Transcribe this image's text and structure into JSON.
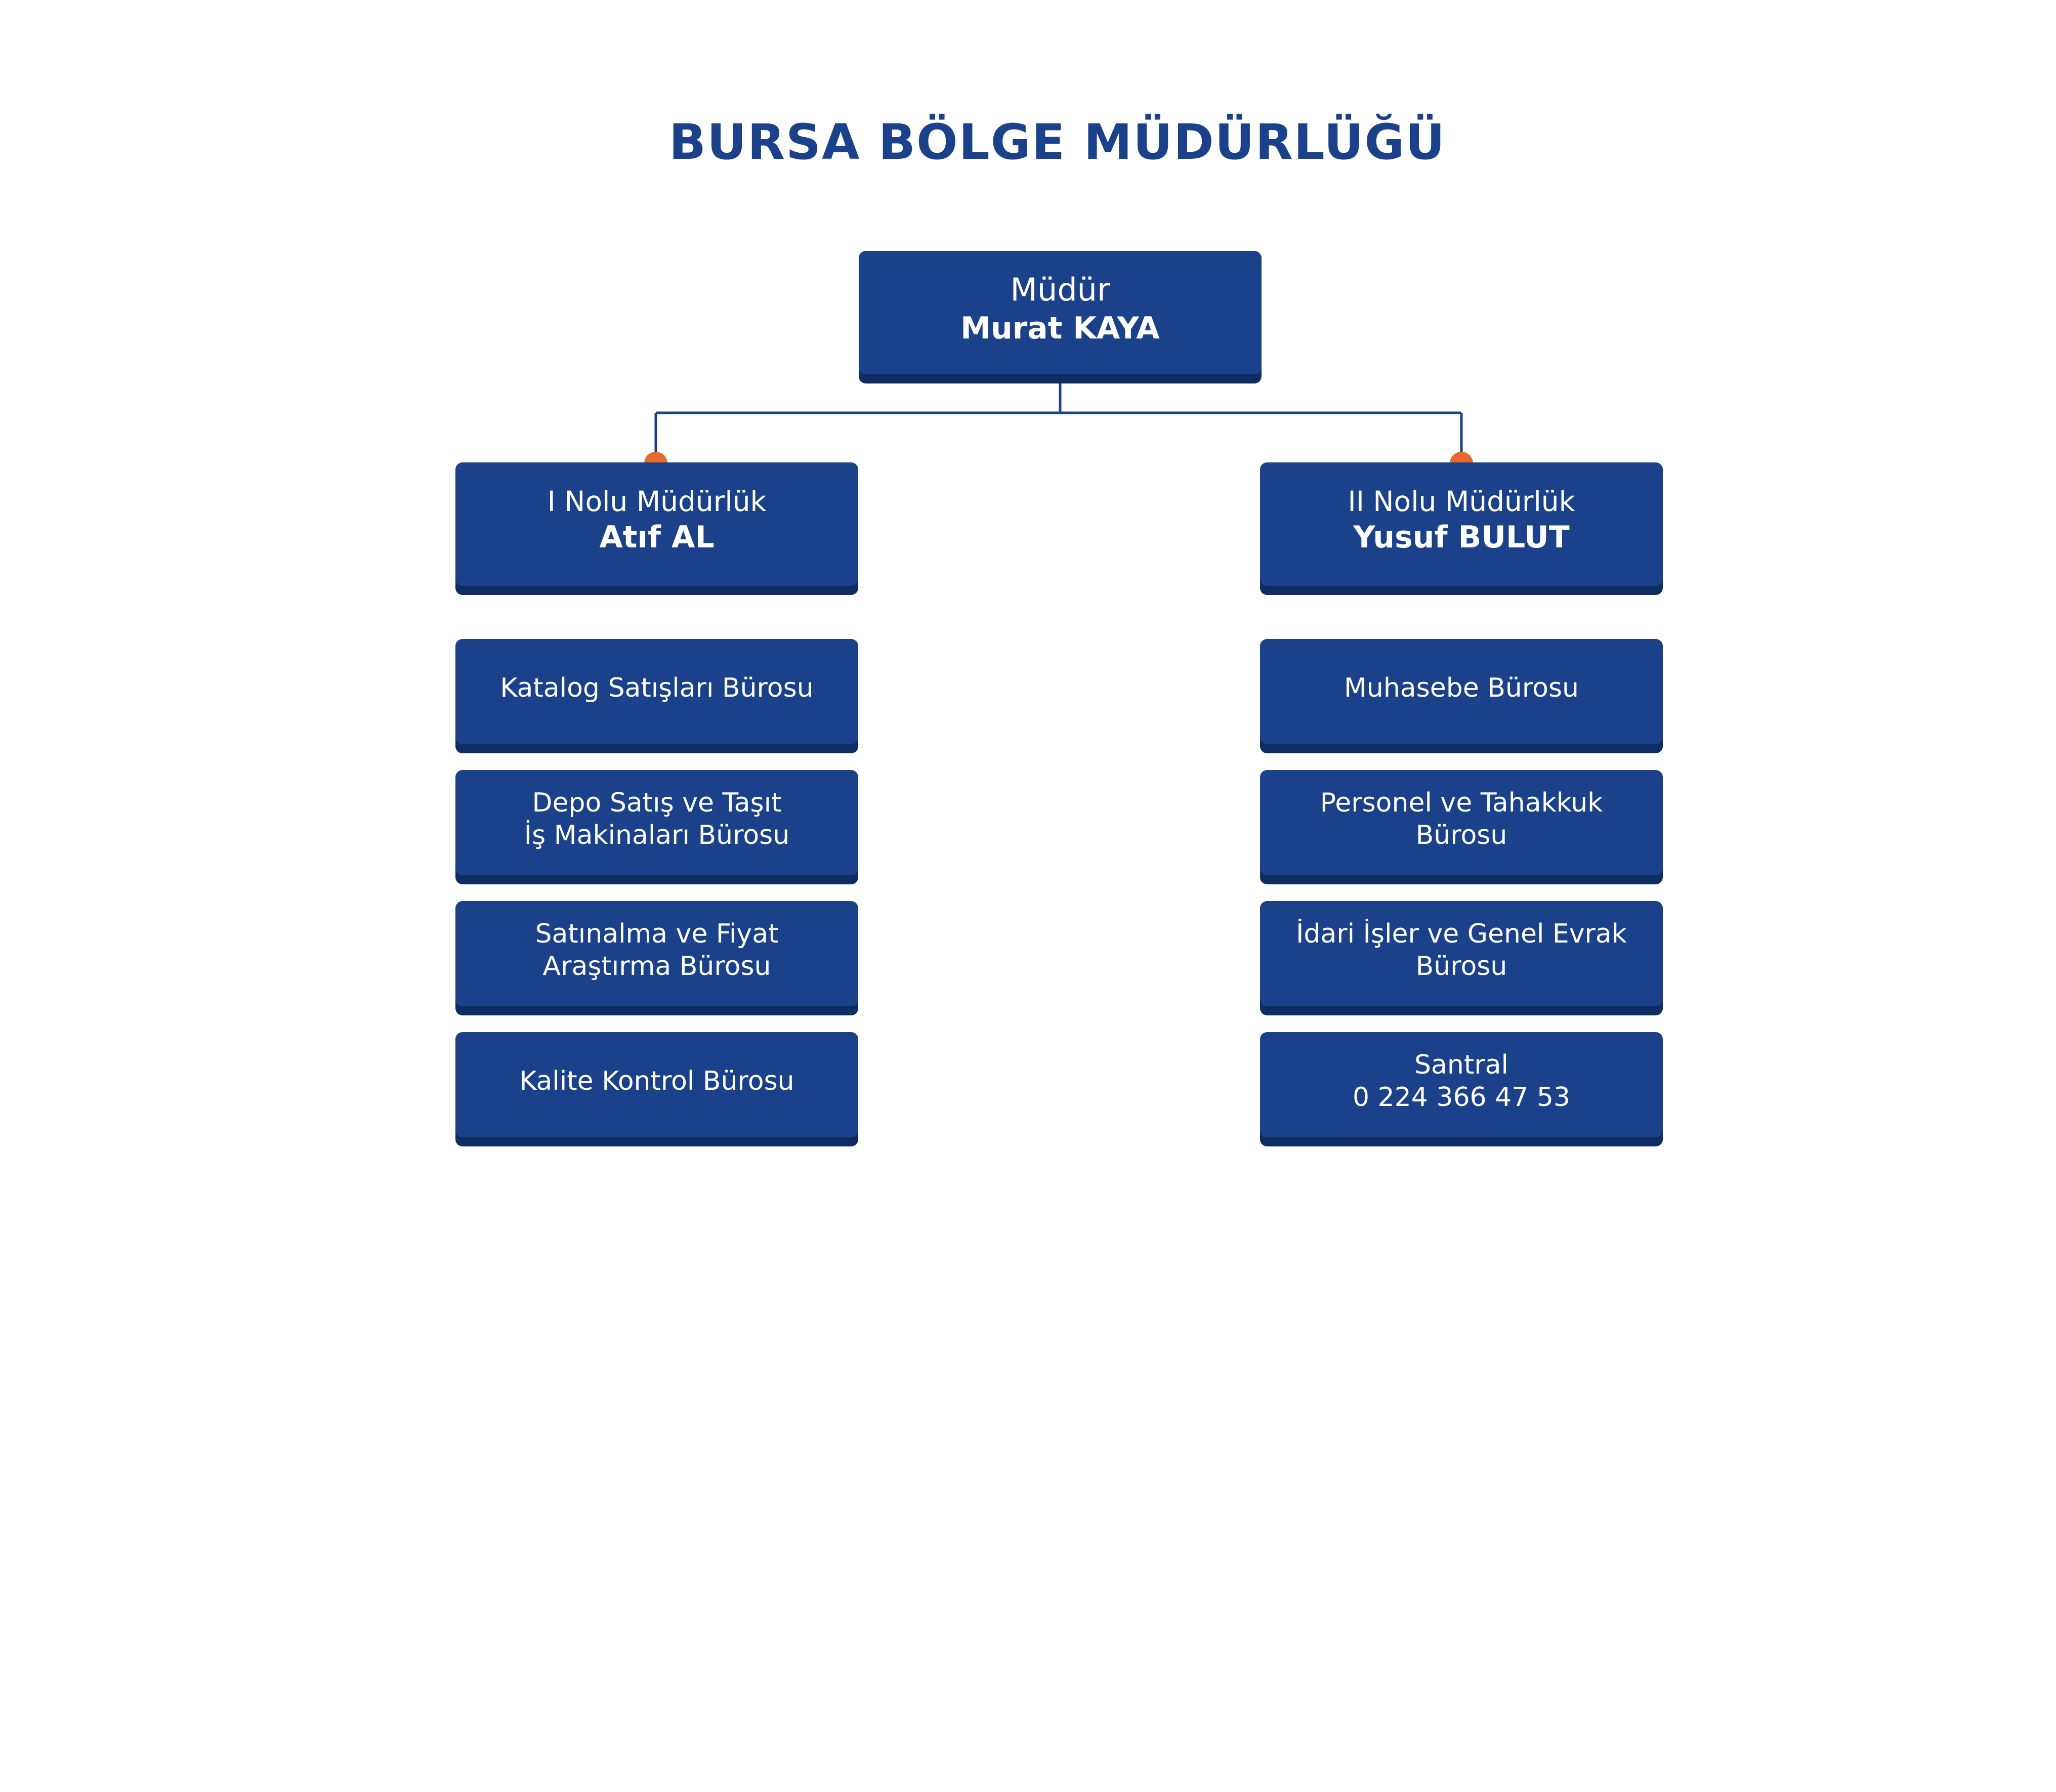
{
  "title": "BURSA BÖLGE MÜDÜRLÜĞÜ",
  "colors": {
    "box": "#1a4189",
    "box_shadow": "#0f2c63",
    "title": "#1a4189",
    "connector": "#1a4189",
    "dot": "#e8692a",
    "text": "#ffffff"
  },
  "director": {
    "role": "Müdür",
    "name": "Murat KAYA"
  },
  "left_branch": {
    "role": "I Nolu Müdürlük",
    "name": "Atıf AL",
    "offices": [
      [
        "Katalog Satışları Bürosu"
      ],
      [
        "Depo Satış ve Taşıt",
        "İş Makinaları Bürosu"
      ],
      [
        "Satınalma ve Fiyat",
        "Araştırma Bürosu"
      ],
      [
        "Kalite Kontrol Bürosu"
      ]
    ]
  },
  "right_branch": {
    "role": "II Nolu Müdürlük",
    "name": "Yusuf BULUT",
    "offices": [
      [
        "Muhasebe Bürosu"
      ],
      [
        "Personel ve Tahakkuk",
        "Bürosu"
      ],
      [
        "İdari İşler ve Genel Evrak",
        "Bürosu"
      ],
      [
        "Santral",
        "0 224 366 47 53"
      ]
    ]
  }
}
